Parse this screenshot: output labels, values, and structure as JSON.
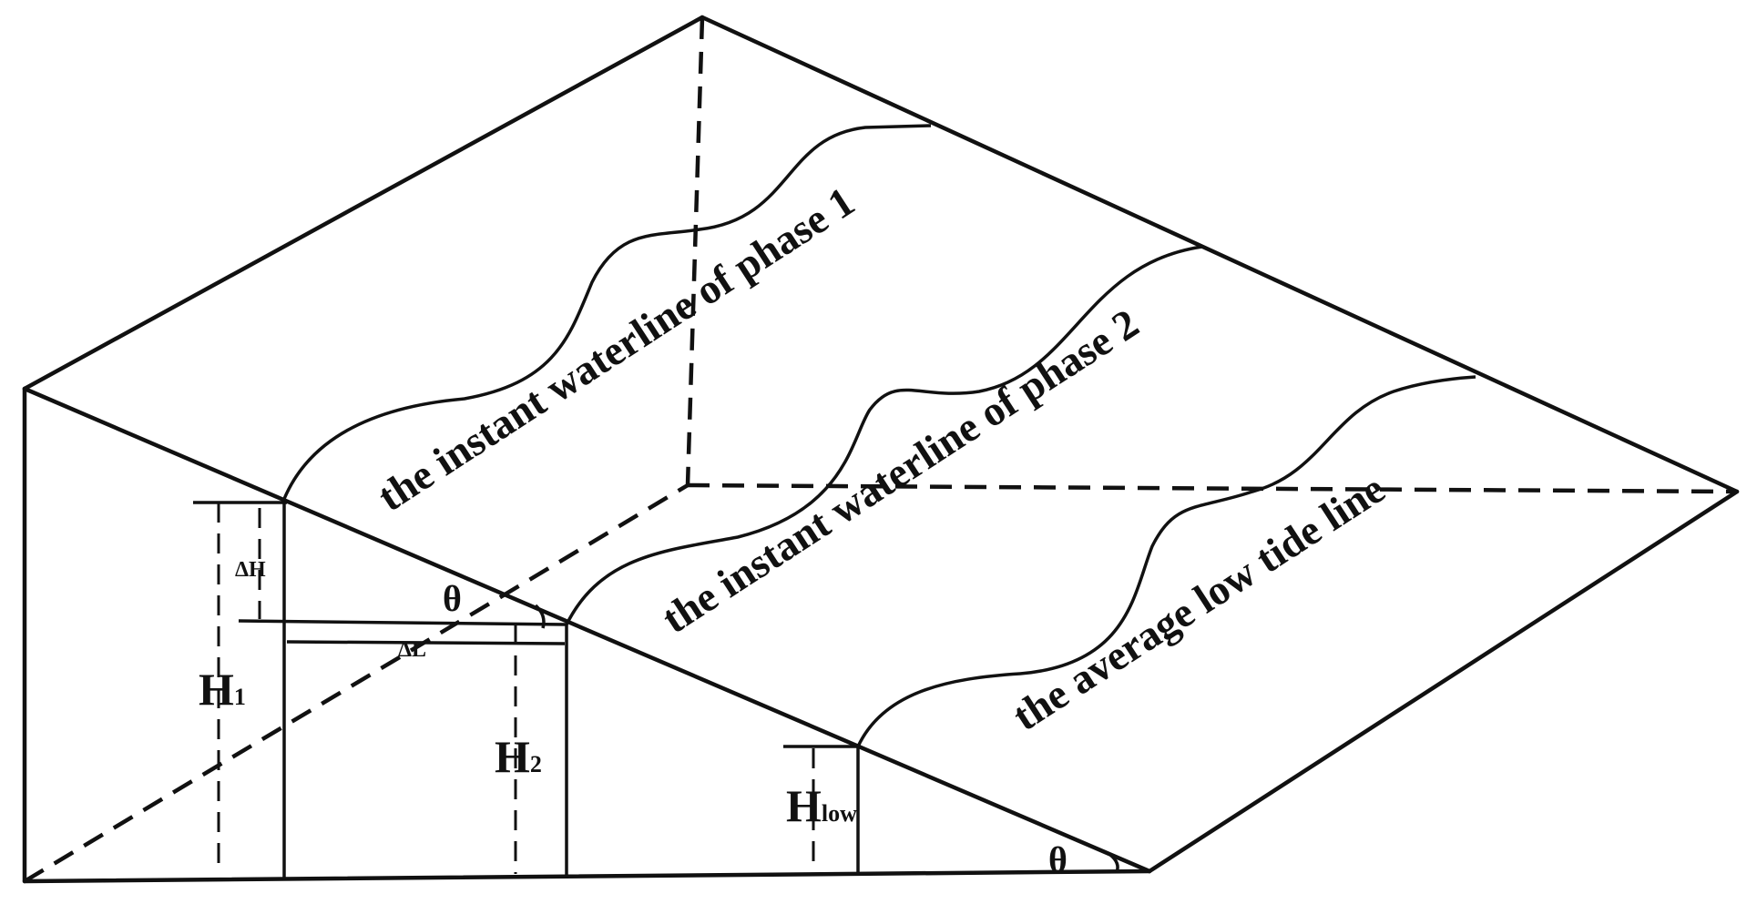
{
  "labels": {
    "waterline_phase1": "the instant waterline of phase 1",
    "waterline_phase2": "the instant waterline of phase 2",
    "avg_low_tide": "the average low tide line",
    "delta_h": "ΔH",
    "delta_l": "ΔL",
    "theta_upper": "θ",
    "theta_lower": "θ",
    "h1_main": "H",
    "h1_sub": "1",
    "h2_main": "H",
    "h2_sub": "2",
    "hlow_main": "H",
    "hlow_sub": "low"
  },
  "colors": {
    "stroke": "#111111",
    "background": "#ffffff"
  }
}
